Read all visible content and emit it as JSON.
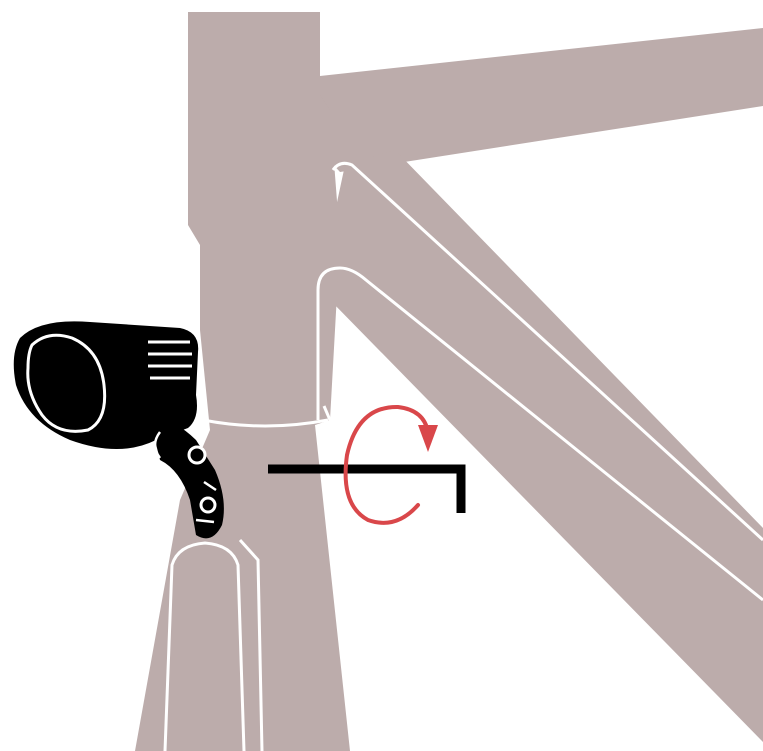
{
  "diagram": {
    "colors": {
      "frame": "#bcacab",
      "outline": "#ffffff",
      "light": "#000000",
      "tool": "#000000",
      "arrow": "#d9474a"
    },
    "icons": {
      "frame": "bicycle-frame-head-tube",
      "light": "front-light",
      "tool": "hex-key",
      "arrow": "rotate-clockwise-arrow"
    }
  }
}
